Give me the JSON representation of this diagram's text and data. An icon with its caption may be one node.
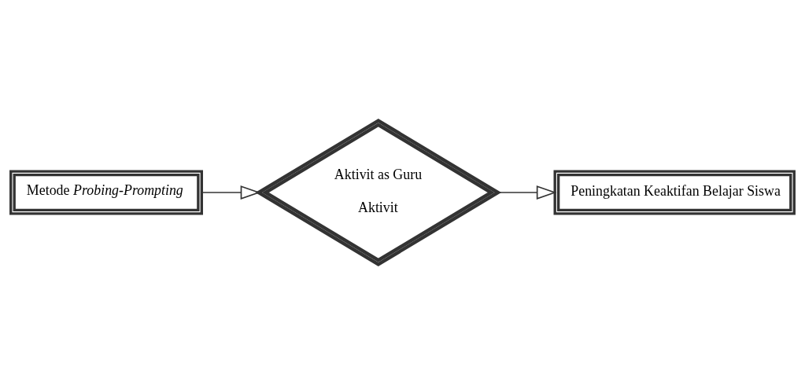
{
  "diagram": {
    "nodes": [
      {
        "text": [
          "Metode *Probing-Prompting*"
        ]
      },
      {
        "text": [
          "Aktivit as Guru",
          "Aktivit"
        ]
      },
      {
        "text": [
          "Peningkatan Keaktifan Belajar Siswa"
        ]
      }
    ],
    "edges": [
      {
        "from": 0,
        "to": 1,
        "arrow": "to"
      },
      {
        "from": 1,
        "to": 2,
        "arrow": "to"
      }
    ]
  }
}
